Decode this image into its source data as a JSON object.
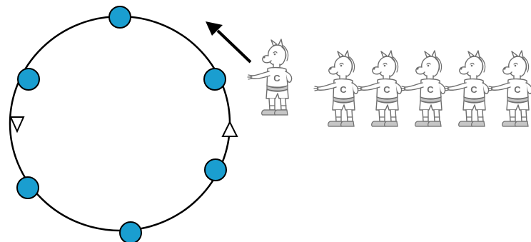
{
  "diagram": {
    "node_count": 6,
    "direction_marker_count": 2,
    "waiting_figure_count": 5,
    "entering_figure_count": 1,
    "colors": {
      "node_fill": "#1a9ed0",
      "ring_stroke": "#000000",
      "marker_fill": "#ffffff",
      "arrow": "#000000",
      "figure_line": "#555555"
    },
    "icons": {
      "node": "circle",
      "direction_marker": "triangle-outline",
      "entry_arrow": "arrow-up-left",
      "figure": "cartoon-mascot-figure"
    },
    "figure_shirt_letter": "C"
  }
}
